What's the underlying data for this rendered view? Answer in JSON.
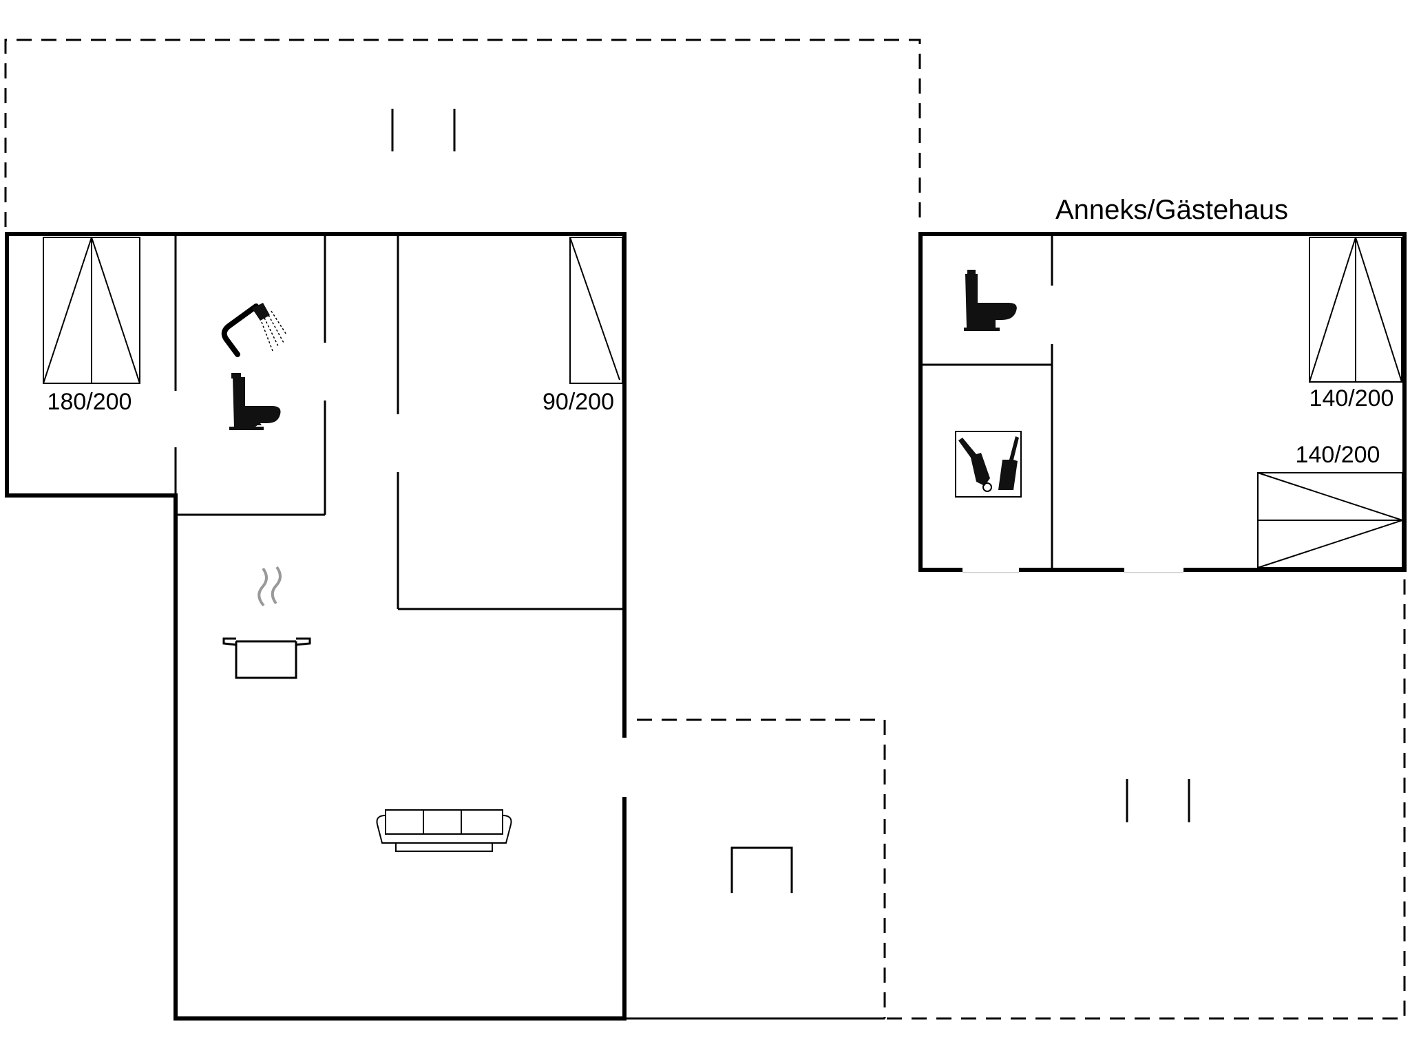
{
  "annex_title": "Anneks/Gästehaus",
  "beds": [
    {
      "id": "bed-1",
      "label": "180/200"
    },
    {
      "id": "bed-2",
      "label": "90/200"
    },
    {
      "id": "bed-3",
      "label": "140/200"
    },
    {
      "id": "bed-4",
      "label": "140/200"
    }
  ],
  "icons": [
    "shower-icon",
    "toilet-icon",
    "toilet-icon",
    "washing-machine-icon",
    "cooking-pot-icon",
    "sofa-icon",
    "stove-icon"
  ],
  "colors": {
    "wall": "#000000",
    "background": "#ffffff"
  }
}
